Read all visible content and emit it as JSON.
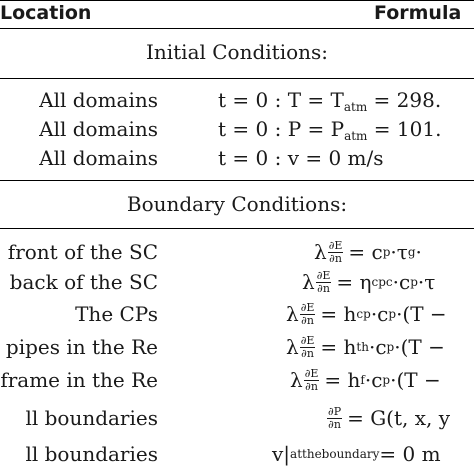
{
  "header": {
    "location": "Location",
    "formula": "Formula"
  },
  "initial": {
    "title": "Initial Conditions:",
    "rows": [
      {
        "location": "All domains",
        "lhs": "t = 0 : T = T",
        "sub": "atm",
        "rhs": " = 298."
      },
      {
        "location": "All domains",
        "lhs": "t = 0 : P = P",
        "sub": "atm",
        "rhs": " = 101."
      },
      {
        "location": "All domains",
        "lhs": "t = 0 : v = 0 m/s",
        "sub": "",
        "rhs": ""
      }
    ]
  },
  "boundary": {
    "title": "Boundary Conditions:",
    "rows": [
      {
        "location": "front of the SC",
        "lead": "λ",
        "num": "∂E",
        "den": "∂n",
        "rhs": "= c",
        "s1": "p",
        "mid": "·τ",
        "s2": "g",
        "tail": "·"
      },
      {
        "location": "back of the SC",
        "lead": "λ",
        "num": "∂E",
        "den": "∂n",
        "rhs": "= η",
        "s1": "cpc",
        "mid": "·c",
        "s2": "p",
        "tail": "·τ"
      },
      {
        "location": "The CPs",
        "lead": "λ",
        "num": "∂E",
        "den": "∂n",
        "rhs": "= h",
        "s1": "cp",
        "mid": "·c",
        "s2": "p",
        "tail": "·(T −"
      },
      {
        "location": "pipes in the Re",
        "lead": "λ",
        "num": "∂E",
        "den": "∂n",
        "rhs": "= h",
        "s1": "th",
        "mid": "·c",
        "s2": "p",
        "tail": "·(T −"
      },
      {
        "location": "frame in the Re",
        "lead": "λ",
        "num": "∂E",
        "den": "∂n",
        "rhs": "= h",
        "s1": "f",
        "mid": "·c",
        "s2": "p",
        "tail": "·(T −"
      },
      {
        "location": "ll boundaries",
        "lead": "",
        "num": "∂P",
        "den": "∂n",
        "rhs": "= G(t, x, y",
        "s1": "",
        "mid": "",
        "s2": "",
        "tail": ""
      },
      {
        "location": "ll boundaries",
        "lead": "v|",
        "num": "",
        "den": "",
        "rhs": " = 0 m",
        "s1": "attheboundary",
        "mid": "",
        "s2": "",
        "tail": ""
      }
    ]
  }
}
